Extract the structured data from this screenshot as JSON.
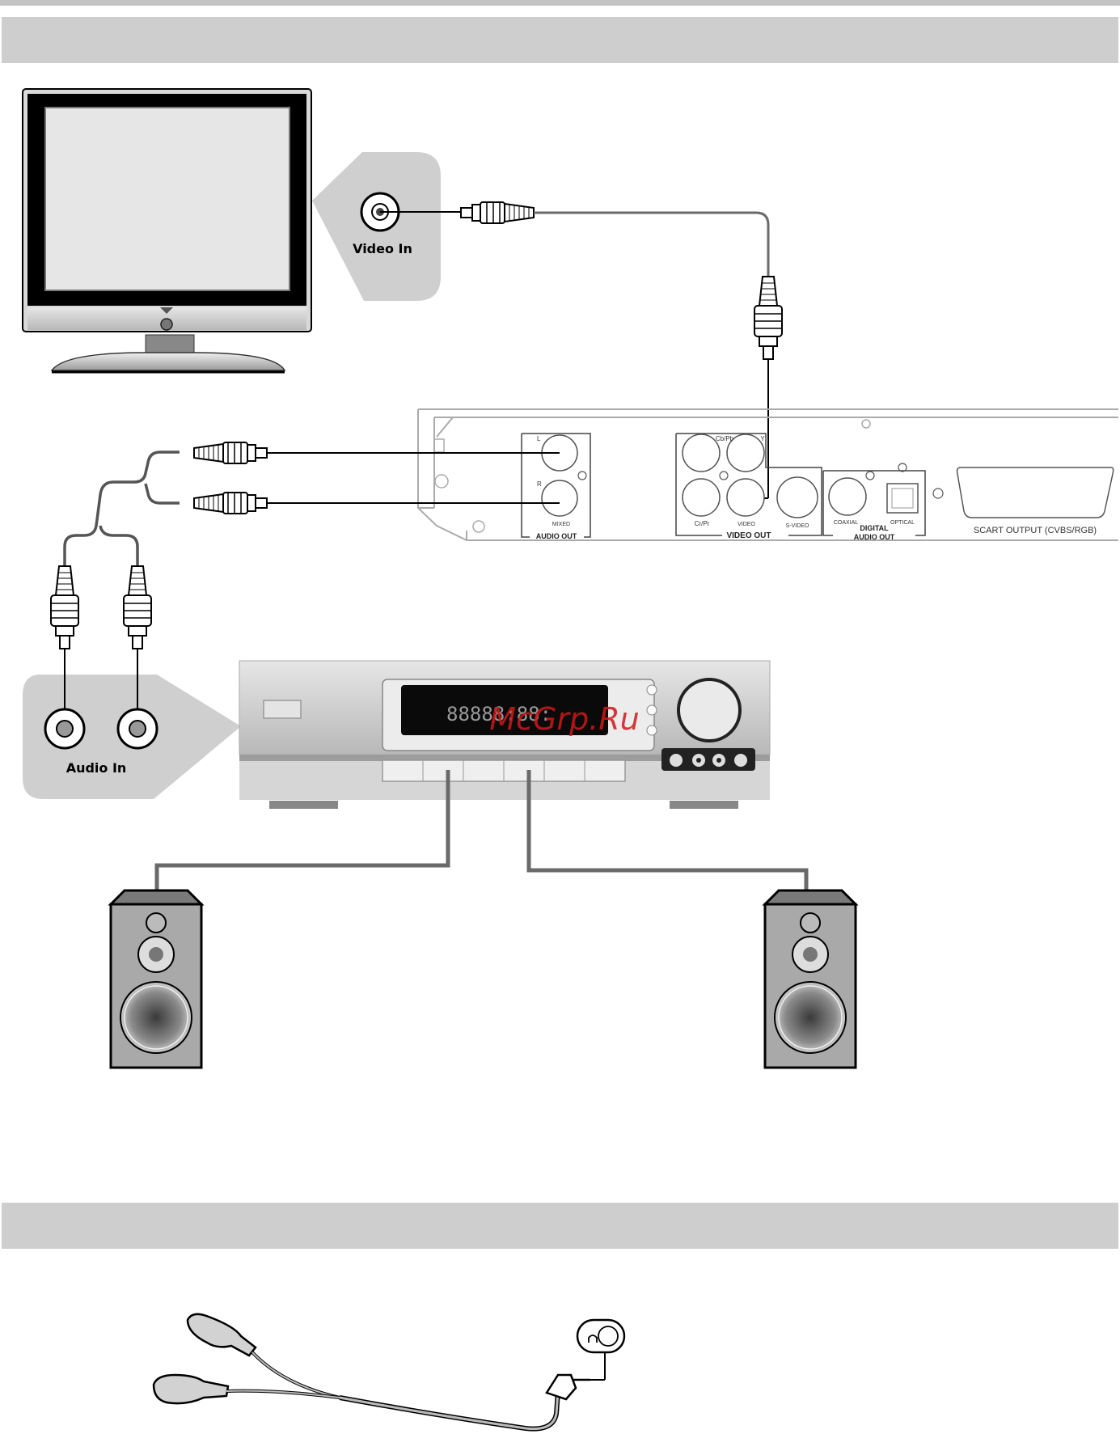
{
  "tv": {
    "video_in_label": "Video In"
  },
  "dvd_rear_panel": {
    "audio_out": {
      "label": "AUDIO OUT",
      "l": "L",
      "r": "R",
      "mixed": "MIXED"
    },
    "video_out": {
      "label": "VIDEO OUT",
      "cb_pb": "Cb/Pb",
      "y": "Y",
      "cr_pr": "Cr/Pr",
      "video": "VIDEO",
      "s_video": "S-VIDEO"
    },
    "digital_audio_out": {
      "line1": "DIGITAL",
      "line2": "AUDIO OUT",
      "coaxial": "COAXIAL",
      "optical": "OPTICAL"
    },
    "scart": "SCART OUTPUT (CVBS/RGB)"
  },
  "amplifier": {
    "audio_in_label": "Audio In",
    "display_text": "88888:88:"
  },
  "watermark": "McGrp.Ru",
  "colors": {
    "band": "#cecece",
    "callout": "#cfcfcf",
    "cable": "#6a6a6a",
    "speaker_body": "#a9a9a9",
    "watermark": "#d01818"
  }
}
